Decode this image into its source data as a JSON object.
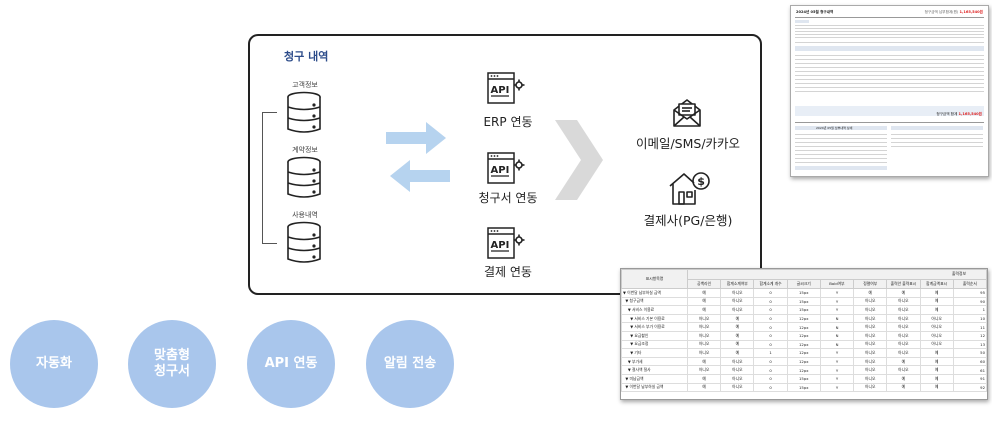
{
  "frame": {
    "title": "청구 내역",
    "sources": [
      "고객정보",
      "계약정보",
      "사용내역"
    ],
    "services": [
      "ERP 연동",
      "청구서 연동",
      "결제 연동"
    ],
    "outputs": [
      "이메일/SMS/카카오",
      "결제사(PG/은행)"
    ]
  },
  "features": [
    "자동화",
    "맞춤형\n청구서",
    "API 연동",
    "알림 전송"
  ],
  "colors": {
    "accent": "#2d4c8a",
    "circle": "#a9c6ec",
    "arrow": "#b6d3ef",
    "chevron": "#d9d9d9"
  },
  "icons": {
    "database": "database-icon",
    "api": "api-gear-icon",
    "mail": "envelope-icon",
    "payment": "house-coin-icon"
  },
  "invoice_preview": {
    "title": "2024년 05월 청구내역",
    "period_label": "청구금액 납부합계(원)",
    "amount": "1,165,540원",
    "total_label": "청구금액 합계",
    "total_amount": "1,165,540원",
    "section_label": "2024년 05월 납부내역 상세"
  },
  "settings_table": {
    "group_header": "출력정보",
    "headers": [
      "표시항목명",
      "공백라인",
      "합계소계여부",
      "합계소계 개수",
      "글씨크기",
      "Bold여부",
      "정렬여부",
      "출력안 출력표시",
      "합계금액표시",
      "출력순서"
    ],
    "rows": [
      [
        "▼ 이번달 납부하실 금액",
        "예",
        "아니오",
        "0",
        "15px",
        "Y",
        "예",
        "예",
        "예",
        "95"
      ],
      [
        "  ▼ 청구금액",
        "예",
        "아니오",
        "0",
        "15px",
        "Y",
        "아니오",
        "아니오",
        "예",
        "90"
      ],
      [
        "    ▼ 서비스 이용료",
        "예",
        "아니오",
        "0",
        "15px",
        "Y",
        "아니오",
        "아니오",
        "예",
        "1"
      ],
      [
        "      ▼ 서비스 기본 이용료",
        "아니오",
        "예",
        "0",
        "12px",
        "N",
        "아니오",
        "아니오",
        "아니오",
        "10"
      ],
      [
        "      ▼ 서비스 부가 이용료",
        "아니오",
        "예",
        "0",
        "12px",
        "N",
        "아니오",
        "아니오",
        "아니오",
        "11"
      ],
      [
        "      ▼ 요금할인",
        "아니오",
        "예",
        "0",
        "12px",
        "N",
        "아니오",
        "아니오",
        "아니오",
        "12"
      ],
      [
        "      ▼ 요금조정",
        "아니오",
        "예",
        "0",
        "12px",
        "N",
        "아니오",
        "아니오",
        "아니오",
        "13"
      ],
      [
        "      ▼ 기타",
        "아니오",
        "예",
        "1",
        "12px",
        "Y",
        "아니오",
        "아니오",
        "예",
        "50"
      ],
      [
        "    ▼ 부가세",
        "예",
        "아니오",
        "0",
        "12px",
        "Y",
        "아니오",
        "예",
        "예",
        "60"
      ],
      [
        "    ▼ 절사액 절사",
        "아니오",
        "아니오",
        "0",
        "12px",
        "Y",
        "아니오",
        "아니오",
        "예",
        "61"
      ],
      [
        "  ▼ 미납금액",
        "예",
        "아니오",
        "0",
        "15px",
        "Y",
        "아니오",
        "예",
        "예",
        "91"
      ],
      [
        "  ▼ 이번달 납부하실 금액",
        "예",
        "아니오",
        "0",
        "15px",
        "Y",
        "아니오",
        "예",
        "예",
        "92"
      ]
    ]
  }
}
